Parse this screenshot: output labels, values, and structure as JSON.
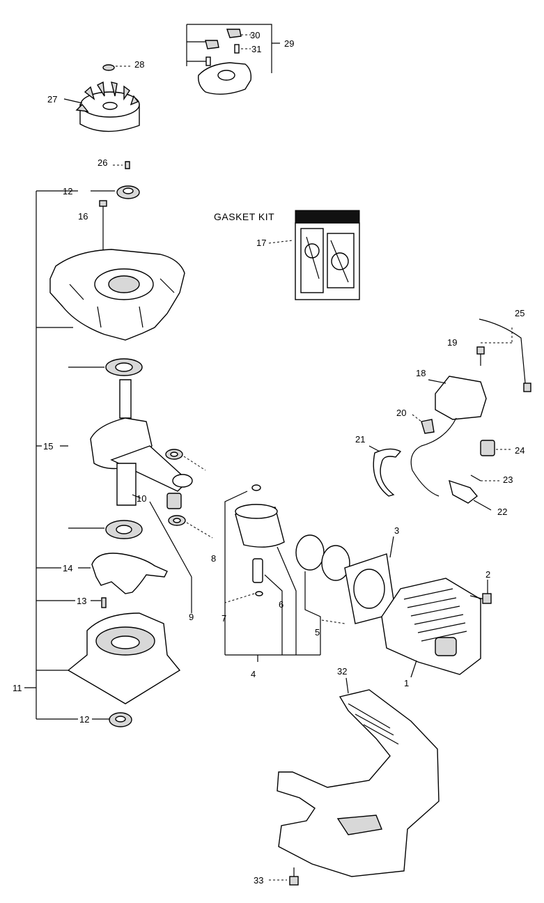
{
  "gasket_kit_title": "GASKET KIT",
  "callouts": {
    "c1": "1",
    "c2": "2",
    "c3": "3",
    "c4": "4",
    "c5": "5",
    "c6": "6",
    "c7": "7",
    "c8": "8",
    "c9": "9",
    "c10": "10",
    "c11": "11",
    "c12a": "12",
    "c12b": "12",
    "c13": "13",
    "c14": "14",
    "c15": "15",
    "c16": "16",
    "c17": "17",
    "c18": "18",
    "c19": "19",
    "c20": "20",
    "c21": "21",
    "c22": "22",
    "c23": "23",
    "c24": "24",
    "c25": "25",
    "c26": "26",
    "c27": "27",
    "c28": "28",
    "c29": "29",
    "c30": "30",
    "c31": "31",
    "c32": "32",
    "c33": "33"
  },
  "colors": {
    "ink": "#000000",
    "paper": "#ffffff",
    "shade": "#d8d8d8"
  }
}
